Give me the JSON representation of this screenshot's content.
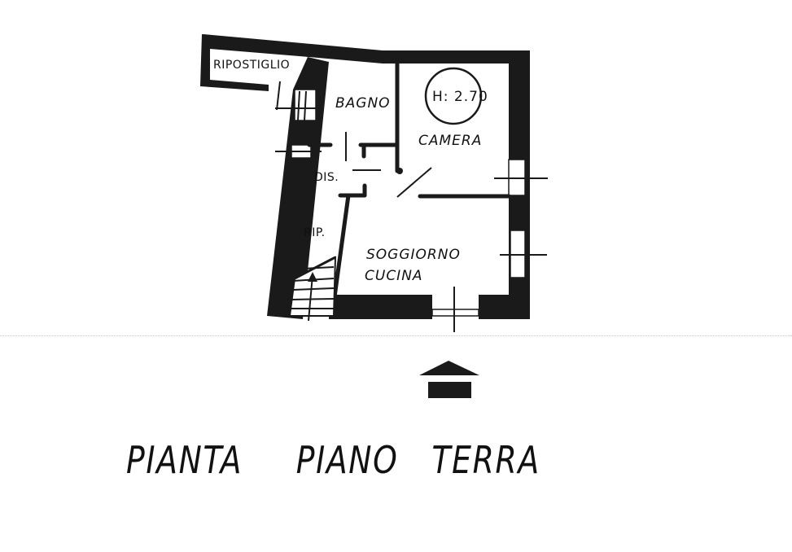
{
  "plan": {
    "title_words": [
      "PIANTA",
      "PIANO",
      "TERRA"
    ],
    "rooms": {
      "ripostiglio": "RIPOSTIGLIO",
      "bagno": "BAGNO",
      "camera": "CAMERA",
      "disimpegno": "DIS.",
      "ripostiglio_small": "RIP.",
      "soggiorno": "SOGGIORNO",
      "cucina": "CUCINA"
    },
    "ceiling_height_label": "H: 2.70",
    "entrance_icon": "entrance-arrow-icon",
    "colors": {
      "wall": "#1a1a1a",
      "background": "#ffffff"
    }
  }
}
